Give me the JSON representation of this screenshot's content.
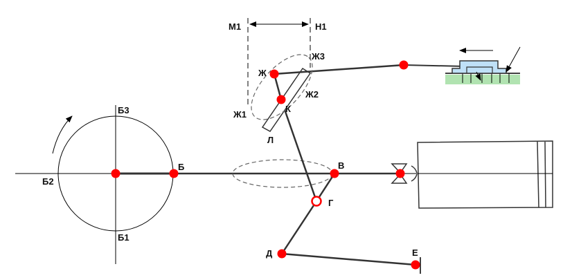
{
  "colors": {
    "line": "#000000",
    "joint": "#ff0000",
    "dashed": "#666666",
    "slider": "#bfe0f7",
    "guide_ground": "#9edc9e"
  },
  "labels": {
    "M1": "М1",
    "H1": "Н1",
    "Zh": "Ж",
    "Zh1": "Ж1",
    "Zh2": "Ж2",
    "Zh3": "Ж3",
    "K": "К",
    "L": "Л",
    "B3": "Б3",
    "B2": "Б2",
    "B1": "Б1",
    "B": "Б",
    "V": "В",
    "G": "Г",
    "D": "Д",
    "E": "Е"
  },
  "icons": {
    "rotation": "curved-arrow-icon",
    "slide_direction": "left-arrow-icon"
  }
}
